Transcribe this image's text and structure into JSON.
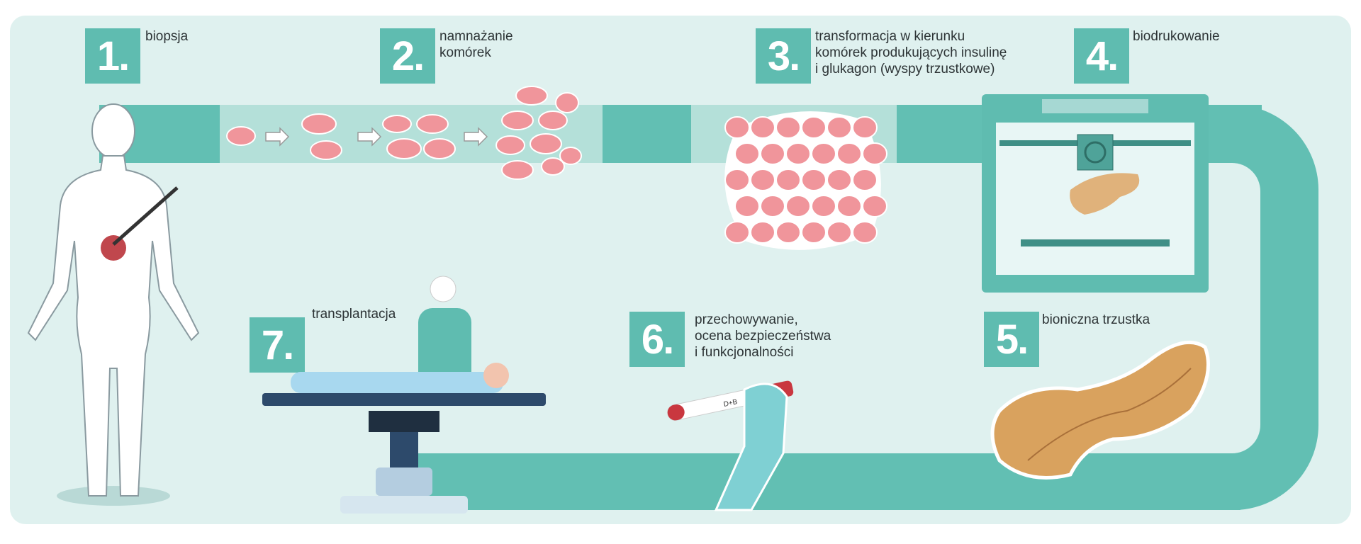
{
  "steps": [
    {
      "number": "1.",
      "label": "biopsja"
    },
    {
      "number": "2.",
      "label_lines": [
        "namnażanie",
        "komórek"
      ]
    },
    {
      "number": "3.",
      "label_lines": [
        "transformacja w kierunku",
        "komórek produkujących insulinę",
        "i glukagon (wyspy trzustkowe)"
      ]
    },
    {
      "number": "4.",
      "label": "biodrukowanie"
    },
    {
      "number": "5.",
      "label": "bioniczna trzustka"
    },
    {
      "number": "6.",
      "label_lines": [
        "przechowywanie,",
        "ocena bezpieczeństwa",
        "i funkcjonalności"
      ]
    },
    {
      "number": "7.",
      "label": "transplantacja"
    }
  ],
  "tube_label": "D+B",
  "colors": {
    "teal": "#5fbcb0",
    "background": "#dff1ef",
    "cell": "#f0959b",
    "pancreas": "#d9a25e"
  }
}
